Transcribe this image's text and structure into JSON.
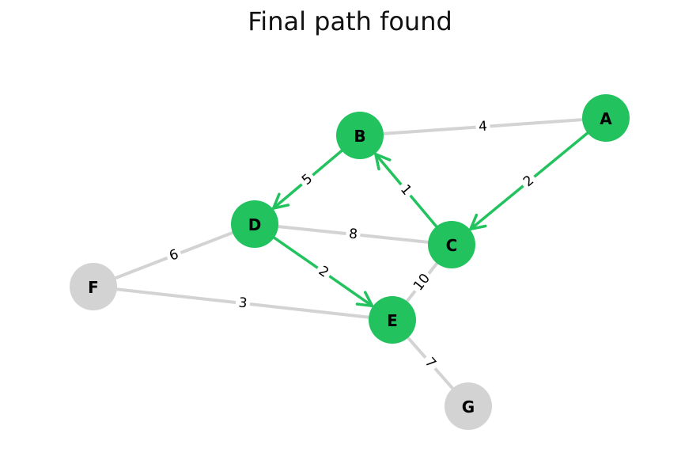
{
  "title": "Final path found",
  "colors": {
    "path": "#22c35e",
    "inactive": "#d3d3d3",
    "background": "#ffffff"
  },
  "nodes": [
    {
      "id": "A",
      "label": "A",
      "on_path": true
    },
    {
      "id": "B",
      "label": "B",
      "on_path": true
    },
    {
      "id": "C",
      "label": "C",
      "on_path": true
    },
    {
      "id": "D",
      "label": "D",
      "on_path": true
    },
    {
      "id": "E",
      "label": "E",
      "on_path": true
    },
    {
      "id": "F",
      "label": "F",
      "on_path": false
    },
    {
      "id": "G",
      "label": "G",
      "on_path": false
    }
  ],
  "edges": [
    {
      "from": "B",
      "to": "A",
      "weight": "4",
      "on_path": false
    },
    {
      "from": "A",
      "to": "C",
      "weight": "2",
      "on_path": true
    },
    {
      "from": "C",
      "to": "B",
      "weight": "1",
      "on_path": true
    },
    {
      "from": "B",
      "to": "D",
      "weight": "5",
      "on_path": true
    },
    {
      "from": "D",
      "to": "C",
      "weight": "8",
      "on_path": false
    },
    {
      "from": "D",
      "to": "E",
      "weight": "2",
      "on_path": true
    },
    {
      "from": "F",
      "to": "D",
      "weight": "6",
      "on_path": false
    },
    {
      "from": "F",
      "to": "E",
      "weight": "3",
      "on_path": false
    },
    {
      "from": "C",
      "to": "E",
      "weight": "10",
      "on_path": false
    },
    {
      "from": "E",
      "to": "G",
      "weight": "7",
      "on_path": false
    }
  ]
}
